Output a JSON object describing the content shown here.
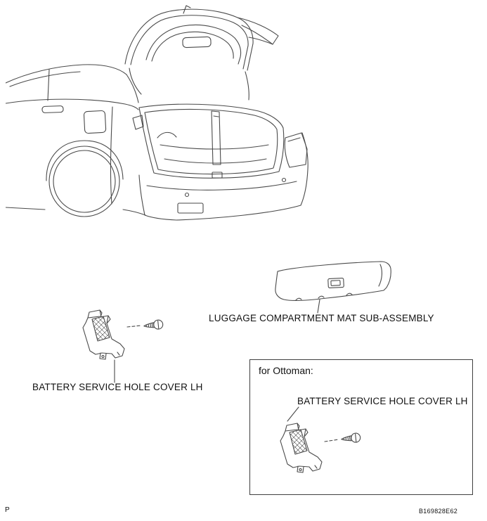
{
  "figure": {
    "labels": {
      "luggage_mat": "LUGGAGE COMPARTMENT MAT SUB-ASSEMBLY",
      "battery_cover": "BATTERY SERVICE HOLE COVER LH"
    },
    "ottoman": {
      "title": "for Ottoman:",
      "battery_cover": "BATTERY SERVICE HOLE COVER LH"
    },
    "footer": {
      "page_marker": "P",
      "figure_code": "B169828E62"
    },
    "colors": {
      "line": "#4a4a4a",
      "text": "#111111",
      "background": "#ffffff"
    }
  }
}
